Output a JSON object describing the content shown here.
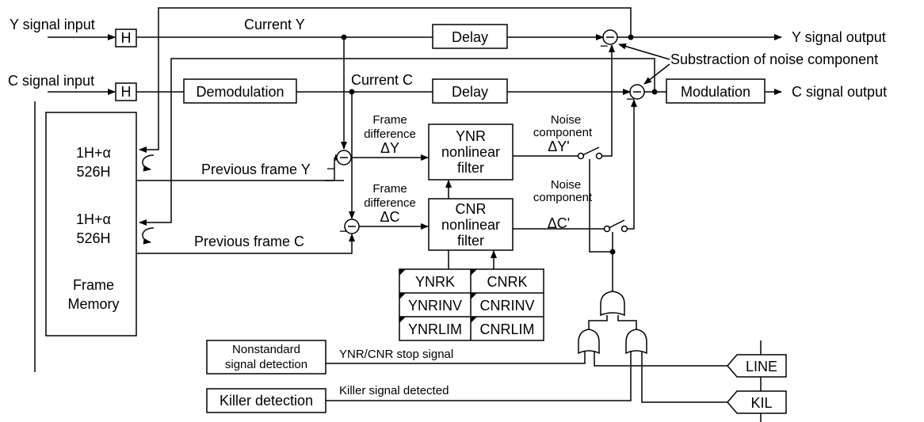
{
  "inputs": {
    "y": "Y signal input",
    "c": "C signal input",
    "h": "H"
  },
  "signals": {
    "current_y": "Current Y",
    "current_c": "Current C",
    "prev_y": "Previous frame Y",
    "prev_c": "Previous frame C",
    "frame_diff": "Frame",
    "difference": "difference",
    "delta_y": "ΔY",
    "delta_c": "ΔC",
    "noise": "Noise",
    "component": "component",
    "delta_y_prime": "ΔY'",
    "delta_c_prime": "ΔC'",
    "minus": "−"
  },
  "blocks": {
    "delay": "Delay",
    "demodulation": "Demodulation",
    "modulation": "Modulation",
    "ynr": [
      "YNR",
      "nonlinear",
      "filter"
    ],
    "cnr": [
      "CNR",
      "nonlinear",
      "filter"
    ],
    "mem_1": [
      "1H+α",
      "526H"
    ],
    "mem_2": [
      "1H+α",
      "526H"
    ],
    "frame_memory": [
      "Frame",
      "Memory"
    ],
    "nonstandard": [
      "Nonstandard",
      "signal detection"
    ],
    "killer": "Killer detection"
  },
  "outputs": {
    "y": "Y signal output",
    "c": "C signal output",
    "subtraction": "Substraction of noise component"
  },
  "registers": {
    "left": [
      "YNRK",
      "YNRINV",
      "YNRLIM"
    ],
    "right": [
      "CNRK",
      "CNRINV",
      "CNRLIM"
    ]
  },
  "control": {
    "stop_signal": "YNR/CNR stop signal",
    "killer_signal": "Killer signal detected",
    "line_pin": "LINE",
    "kil_pin": "KIL"
  }
}
